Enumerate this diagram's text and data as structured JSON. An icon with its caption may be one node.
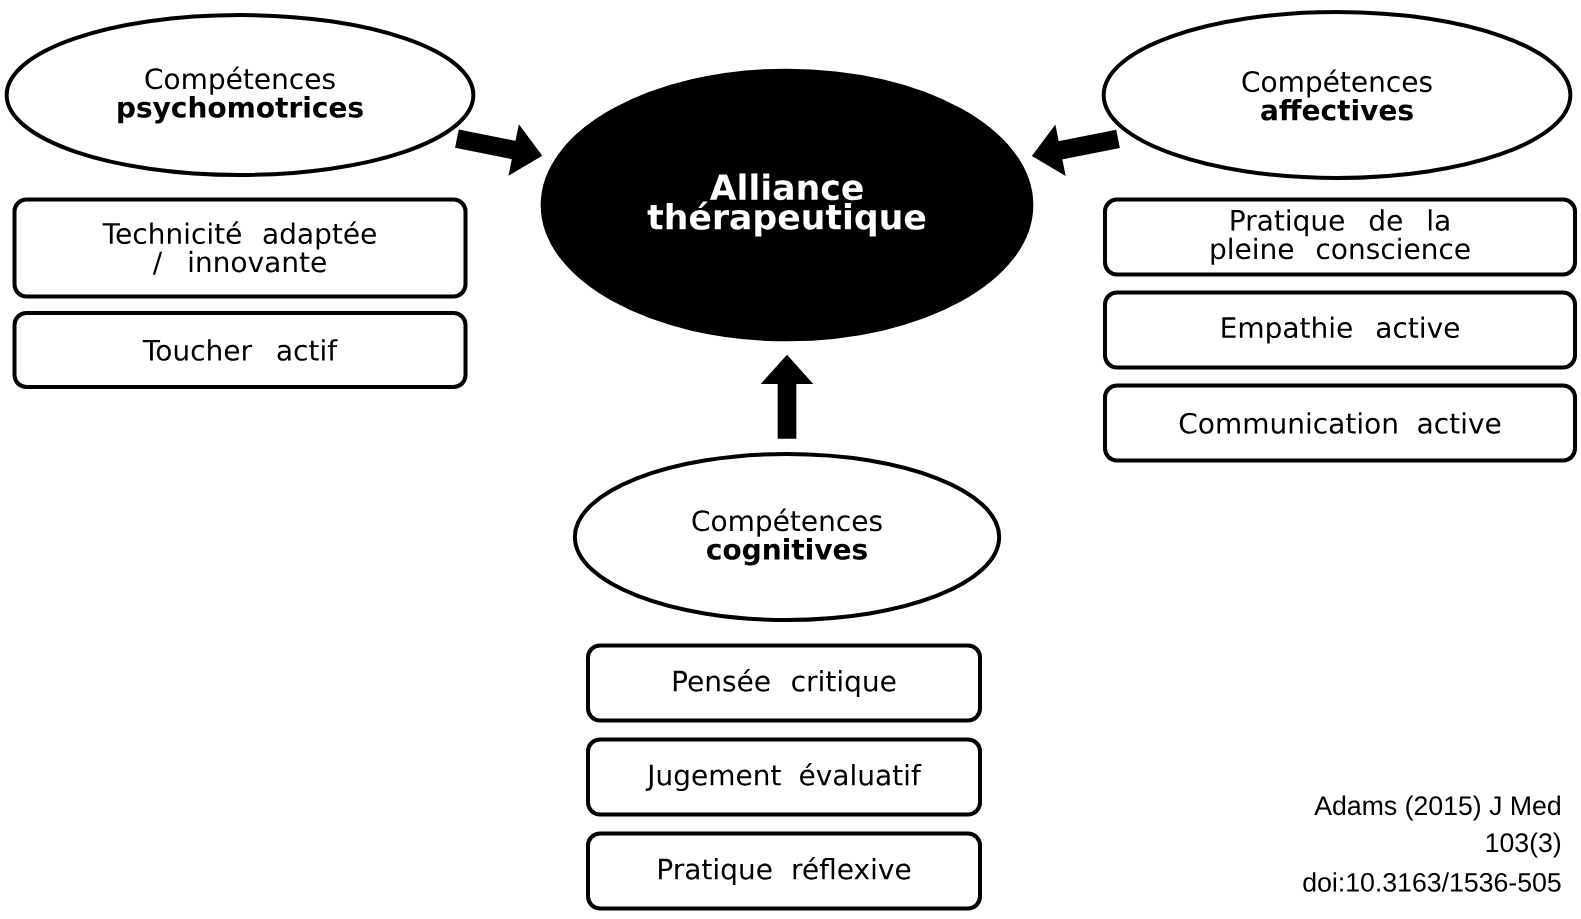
{
  "diagram": {
    "nodes": [
      {
        "text": [
          "Compétences **psychomotrices**"
        ]
      },
      {
        "text": [
          "Alliance thérapeutique"
        ]
      },
      {
        "text": [
          "Compétences **affectives**"
        ]
      },
      {
        "text": [
          "Technicité adaptée / innovante"
        ]
      },
      {
        "text": [
          "Toucher actif"
        ]
      },
      {
        "text": [
          "Pratique de la pleine conscience"
        ]
      },
      {
        "text": [
          "Empathie active"
        ]
      },
      {
        "text": [
          "Communication active"
        ]
      },
      {
        "text": [
          "Compétences **cognitives**"
        ]
      },
      {
        "text": [
          "Pensée critique"
        ]
      },
      {
        "text": [
          "Jugement évaluatif"
        ]
      },
      {
        "text": [
          "Pratique réflexive"
        ]
      }
    ],
    "edges": [
      {
        "from": 0,
        "to": 1,
        "arrow": "to"
      },
      {
        "from": 2,
        "to": 1,
        "arrow": "to"
      },
      {
        "from": 8,
        "to": 1,
        "arrow": "to"
      }
    ],
    "labels": [
      "Adams (2015) J Med",
      "103(3)",
      "doi:10.3163/1536-505"
    ]
  }
}
